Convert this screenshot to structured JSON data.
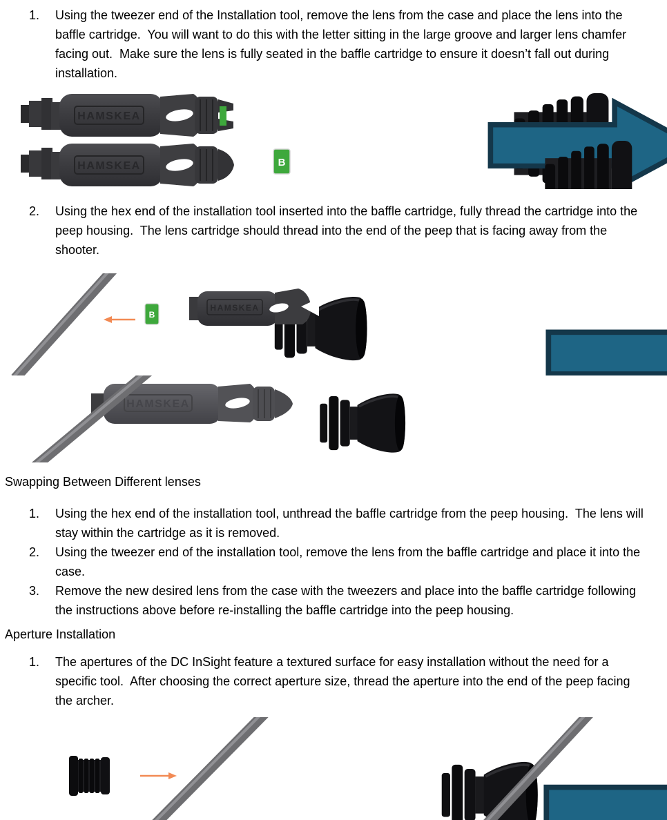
{
  "doc": {
    "step1": {
      "num": "1.",
      "text": "Using the tweezer end of the Installation tool, remove the lens from the case and place the lens into the baffle cartridge.  You will want to do this with the letter sitting in the large groove and larger lens chamfer facing out.  Make sure the lens is fully seated in the baffle cartridge to ensure it doesn’t fall out during installation."
    },
    "step2": {
      "num": "2.",
      "text": "Using the hex end of the installation tool inserted into the baffle cartridge, fully thread the cartridge into the peep housing.  The lens cartridge should thread into the end of the peep that is facing away from the shooter."
    },
    "swap_heading": "Swapping Between Different lenses",
    "swap_steps": [
      {
        "num": "1.",
        "text": "Using the hex end of the installation tool, unthread the baffle cartridge from the peep housing.  The lens will stay within the cartridge as it is removed."
      },
      {
        "num": "2.",
        "text": "Using the tweezer end of the installation tool, remove the lens from the baffle cartridge and place it into the case."
      },
      {
        "num": "3.",
        "text": "Remove the new desired lens from the case with the tweezers and place into the baffle cartridge following the instructions above before re-installing the baffle cartridge into the peep housing."
      }
    ],
    "aperture_heading": "Aperture Installation",
    "aperture_steps": [
      {
        "num": "1.",
        "text": "The apertures of the DC InSight feature a textured surface for easy installation without the need for a specific tool.  After choosing the correct aperture size, thread the aperture into the end of the peep facing the archer."
      }
    ]
  },
  "figures": {
    "tool_brand": "HAMSKEA",
    "lens_letter": "B",
    "arrow_fill": "#1e6585",
    "arrow_border": "#14374a",
    "orange_arrow_color": "#f28a54",
    "lens_tab_color": "#3ea83c"
  }
}
